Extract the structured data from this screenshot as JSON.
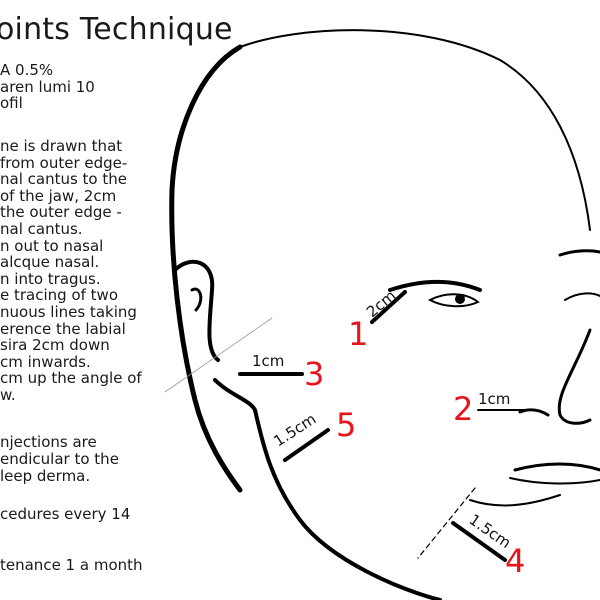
{
  "title": "oints Technique",
  "products": [
    "A 0.5%",
    "aren lumi 10",
    "ofil"
  ],
  "description": [
    "ne is drawn that",
    "from outer edge-",
    "nal cantus to the",
    " of the jaw, 2cm",
    " the outer edge -",
    "nal cantus.",
    "n out to nasal",
    "alcque nasal.",
    "n into tragus.",
    "e tracing of two",
    "nuous lines taking",
    "erence the labial",
    "sira 2cm down",
    "cm inwards.",
    "cm up the angle of",
    "w."
  ],
  "injection_note": [
    "njections are",
    "endicular to the",
    "leep derma."
  ],
  "schedule": "cedures every 14",
  "maintenance": "tenance 1 a month",
  "points": [
    {
      "number": "1",
      "distance": "2cm"
    },
    {
      "number": "2",
      "distance": "1cm"
    },
    {
      "number": "3",
      "distance": "1cm"
    },
    {
      "number": "4",
      "distance": "1.5cm"
    },
    {
      "number": "5",
      "distance": "1.5cm"
    }
  ],
  "colors": {
    "point_number": "#e8141c",
    "lines": "#000000"
  }
}
